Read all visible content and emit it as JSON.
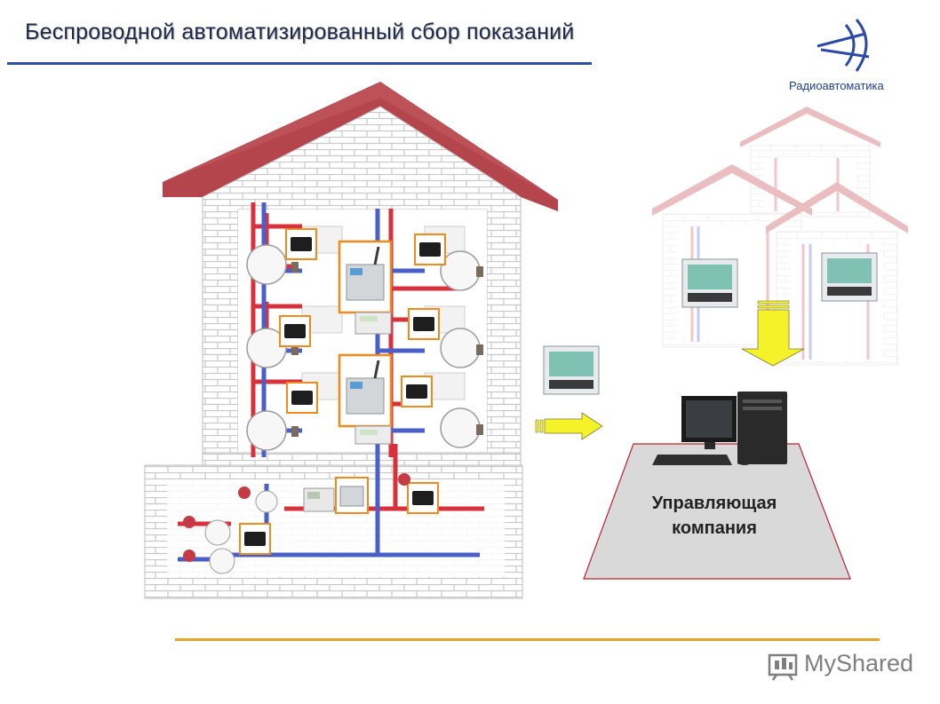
{
  "header": {
    "title": "Беспроводной автоматизированный сбор показаний",
    "logo_icon": "radio-antenna-logo-icon",
    "logo_caption": "Радиоавтоматика"
  },
  "diagram": {
    "company_label_line1": "Управляющая",
    "company_label_line2": "компания",
    "arrow_right_icon": "yellow-arrow-right-icon",
    "arrow_down_icon": "yellow-arrow-down-icon",
    "colors": {
      "roof": "#b5454c",
      "brick": "#ffffff",
      "mortar": "#c9c9c9",
      "hot_pipe": "#d9313b",
      "cold_pipe": "#4a5fc7",
      "highlight": "#f08a1c",
      "arrow": "#f6f22a",
      "platform": "#d9d9d9",
      "platform_border": "#c0202a"
    }
  },
  "footer": {
    "watermark_text": "MyShared",
    "watermark_icon": "myshared-logo-icon"
  }
}
